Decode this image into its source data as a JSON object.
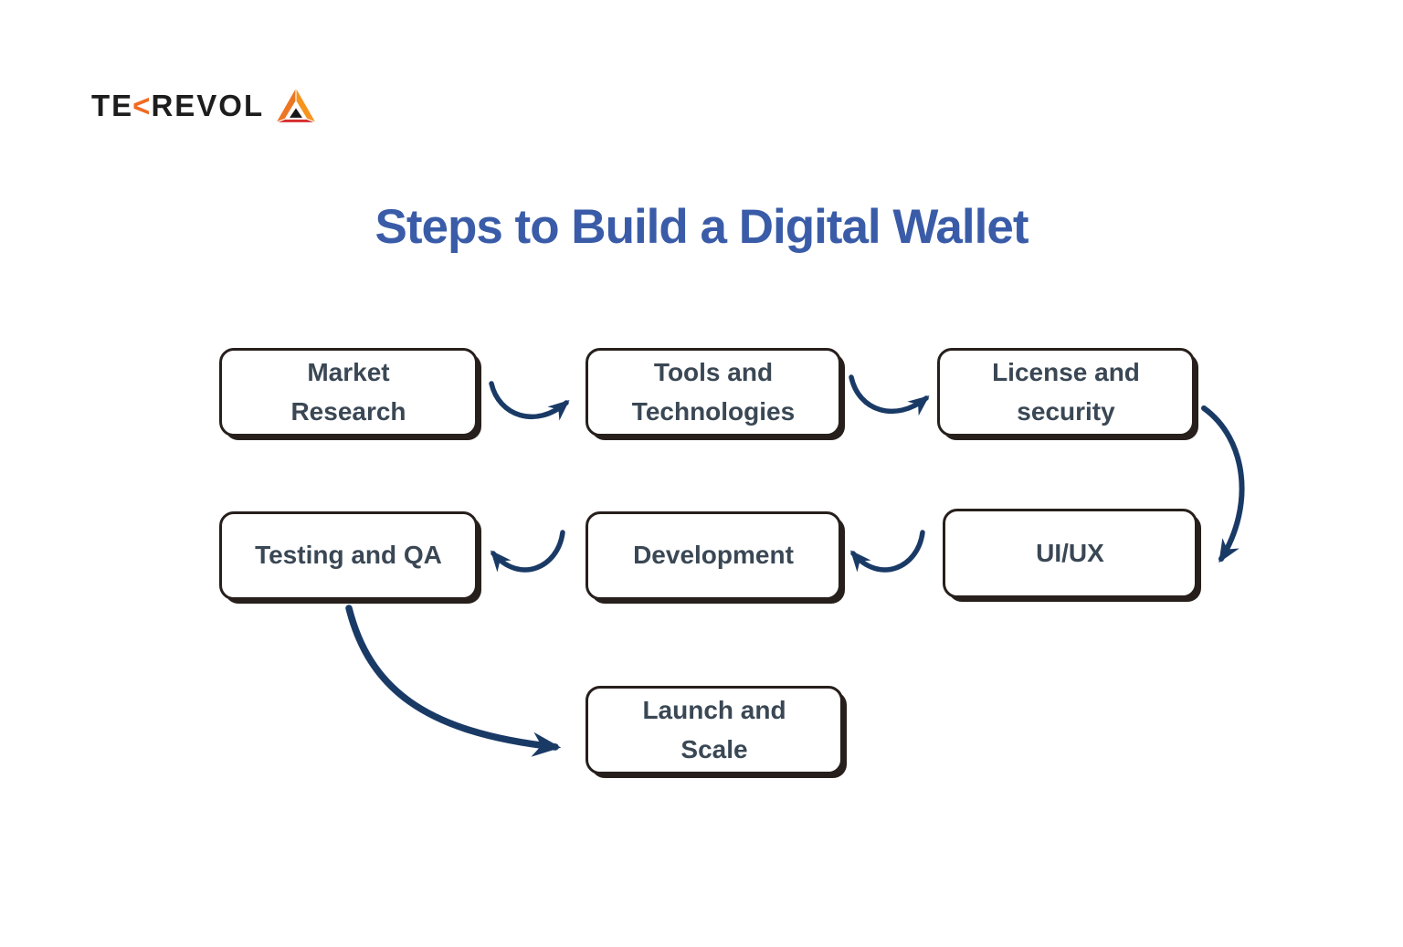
{
  "page": {
    "background": "#ffffff",
    "type": "infographic-flowchart"
  },
  "logo": {
    "text_prefix": "TE",
    "chevron": "<",
    "text_suffix": "REVOL",
    "icon": "tekrevol-triangle-icon",
    "colors": {
      "text": "#1d1d1d",
      "chevron_orange": "#f26a21",
      "triangle_left": "#ed7623",
      "triangle_right": "#f7941e",
      "triangle_bottom": "#d62e2e",
      "triangle_core": "#161616"
    }
  },
  "title": {
    "text": "Steps to Build a Digital Wallet",
    "color": "#3a5ca8"
  },
  "steps": [
    {
      "id": "market-research",
      "lines": [
        "Market",
        "Research"
      ]
    },
    {
      "id": "tools-technologies",
      "lines": [
        "Tools and",
        "Technologies"
      ]
    },
    {
      "id": "license-security",
      "lines": [
        "License and",
        "security"
      ]
    },
    {
      "id": "ui-ux",
      "lines": [
        "UI/UX"
      ]
    },
    {
      "id": "development",
      "lines": [
        "Development"
      ]
    },
    {
      "id": "testing-qa",
      "lines": [
        "Testing and QA"
      ]
    },
    {
      "id": "launch-scale",
      "lines": [
        "Launch and",
        "Scale"
      ]
    }
  ],
  "flow": {
    "arrow_color": "#1a3a66",
    "connections": [
      "market-research -> tools-technologies",
      "tools-technologies -> license-security",
      "license-security -> ui-ux",
      "ui-ux -> development",
      "development -> testing-qa",
      "testing-qa -> launch-scale"
    ]
  },
  "colors": {
    "box_border": "#271f1c",
    "box_background": "#ffffff",
    "box_text": "#3a4754",
    "title_blue": "#3a5ca8",
    "arrow_navy": "#1a3a66"
  }
}
